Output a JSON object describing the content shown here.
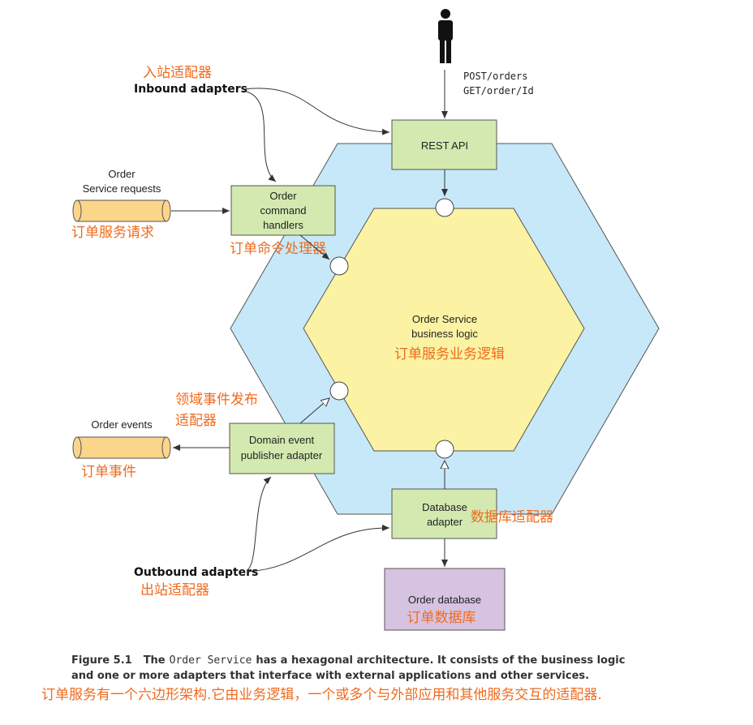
{
  "colors": {
    "outer_hexagon": "#c7e8f8",
    "inner_hexagon": "#fbf3a3",
    "adapter_box": "#d3e9b0",
    "database_box": "#d6c3e1",
    "queue": "#fbd58a",
    "chinese_text": "#f06a1c"
  },
  "actor": {
    "icon": "person-icon",
    "requests": [
      "POST/orders",
      "GET/order/Id"
    ]
  },
  "inbound": {
    "cn": "入站适配器",
    "en": "Inbound adapters"
  },
  "outbound": {
    "en": "Outbound adapters",
    "cn": "出站适配器"
  },
  "rest_api": {
    "label": "REST API"
  },
  "command_handlers": {
    "lines": [
      "Order",
      "command",
      "handlers"
    ],
    "cn": "订单命令处理器"
  },
  "service_requests": {
    "lines": [
      "Order",
      "Service requests"
    ],
    "cn": "订单服务请求"
  },
  "business_logic": {
    "lines": [
      "Order Service",
      "business logic"
    ],
    "cn": "订单服务业务逻辑"
  },
  "event_publisher": {
    "lines": [
      "Domain event",
      "publisher adapter"
    ],
    "cn_lines": [
      "领域事件发布",
      "适配器"
    ]
  },
  "order_events": {
    "label": "Order events",
    "cn": "订单事件"
  },
  "database_adapter": {
    "lines": [
      "Database",
      "adapter"
    ],
    "cn": "数据库适配器"
  },
  "order_database": {
    "label": "Order database",
    "cn": "订单数据库"
  },
  "caption": {
    "figure": "Figure 5.1",
    "the": "The",
    "code": "Order Service",
    "rest1": "has a hexagonal architecture. It consists of the business logic",
    "line2": "and one or more adapters that interface with external applications and other services.",
    "cn": "订单服务有一个六边形架构.它由业务逻辑，一个或多个与外部应用和其他服务交互的适配器."
  }
}
